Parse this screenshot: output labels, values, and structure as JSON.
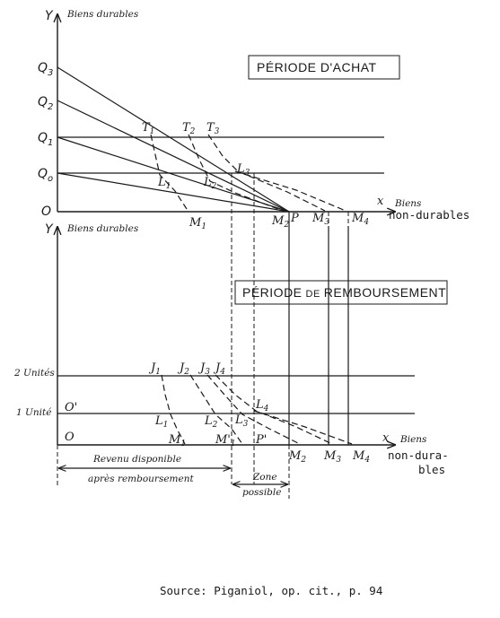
{
  "top": {
    "y_axis_letter": "Y",
    "y_axis_label": "Biens durables",
    "title": "PÉRIODE D'ACHAT",
    "origin": "O",
    "x_axis_letter": "x",
    "x_axis_label_1": "Biens",
    "x_axis_label_2": "non-durables",
    "levels": {
      "q3": "Q",
      "q3_sub": "3",
      "q2": "Q",
      "q2_sub": "2",
      "q1": "Q",
      "q1_sub": "1",
      "q0": "Q",
      "q0_sub": "o"
    },
    "points": {
      "t1": "T",
      "t1_sub": "1",
      "t2": "T",
      "t2_sub": "2",
      "t3": "T",
      "t3_sub": "3",
      "l1": "L",
      "l1_sub": "1",
      "l2": "L",
      "l2_sub": "2",
      "l3": "L",
      "l3_sub": "3",
      "m1": "M",
      "m1_sub": "1",
      "m2": "M",
      "m2_sub": "2",
      "p": "P",
      "m3": "M",
      "m3_sub": "3",
      "m4": "M",
      "m4_sub": "4"
    }
  },
  "bottom": {
    "y_axis_letter": "Y",
    "y_axis_label": "Biens durables",
    "title_part1": "PÉRIODE",
    "title_part2": "DE",
    "title_part3": "REMBOURSEMENT",
    "origin": "O",
    "o_prime": "O'",
    "x_axis_letter": "x",
    "x_axis_label_1": "Biens",
    "x_axis_label_2": "non-dura-",
    "x_axis_label_3": "bles",
    "level_2": "2 Unités",
    "level_1": "1 Unité",
    "points": {
      "j1": "J",
      "j1_sub": "1",
      "j2": "J",
      "j2_sub": "2",
      "j3": "J",
      "j3_sub": "3",
      "j4": "J",
      "j4_sub": "4",
      "l1": "L",
      "l1_sub": "1",
      "l2": "L",
      "l2_sub": "2",
      "l3": "L",
      "l3_sub": "3",
      "l4": "L",
      "l4_sub": "4",
      "m1": "M",
      "m1_sub": "1",
      "m1p": "M'",
      "m1p_sub": "1",
      "pp": "P'",
      "m2": "M",
      "m2_sub": "2",
      "m3": "M",
      "m3_sub": "3",
      "m4": "M",
      "m4_sub": "4"
    },
    "revenue_1": "Revenu disponible",
    "revenue_2": "après remboursement",
    "zone_1": "Zone",
    "zone_2": "possible"
  },
  "source": "Source: Piganiol, op. cit., p. 94"
}
